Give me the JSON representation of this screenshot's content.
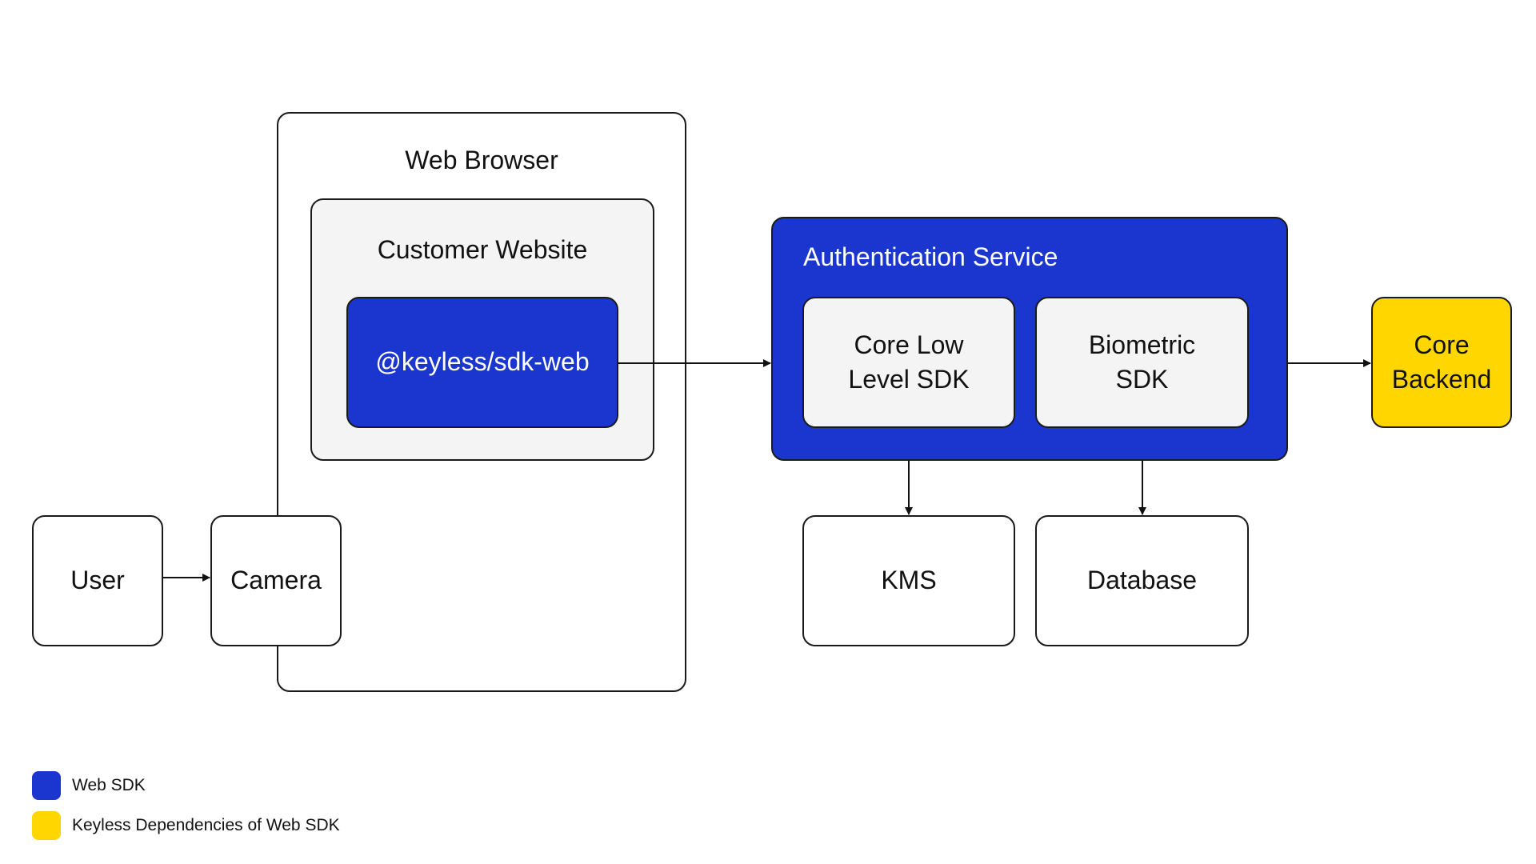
{
  "containers": {
    "web_browser": "Web Browser",
    "customer_website": "Customer Website",
    "authentication_service": "Authentication Service"
  },
  "nodes": {
    "sdk_web": "@keyless/sdk-web",
    "core_low_level_sdk": [
      "Core Low",
      "Level SDK"
    ],
    "biometric_sdk": [
      "Biometric",
      "SDK"
    ],
    "core_backend": [
      "Core",
      "Backend"
    ],
    "user": "User",
    "camera": "Camera",
    "kms": "KMS",
    "database": "Database"
  },
  "legend": [
    {
      "label": "Web SDK",
      "color": "#1b35cf"
    },
    {
      "label": "Keyless Dependencies of Web SDK",
      "color": "#ffd600"
    }
  ],
  "colors": {
    "web_sdk_blue": "#1b35cf",
    "dependency_yellow": "#ffd600",
    "gray_fill": "#f4f4f4",
    "stroke": "#1a1a1a"
  }
}
